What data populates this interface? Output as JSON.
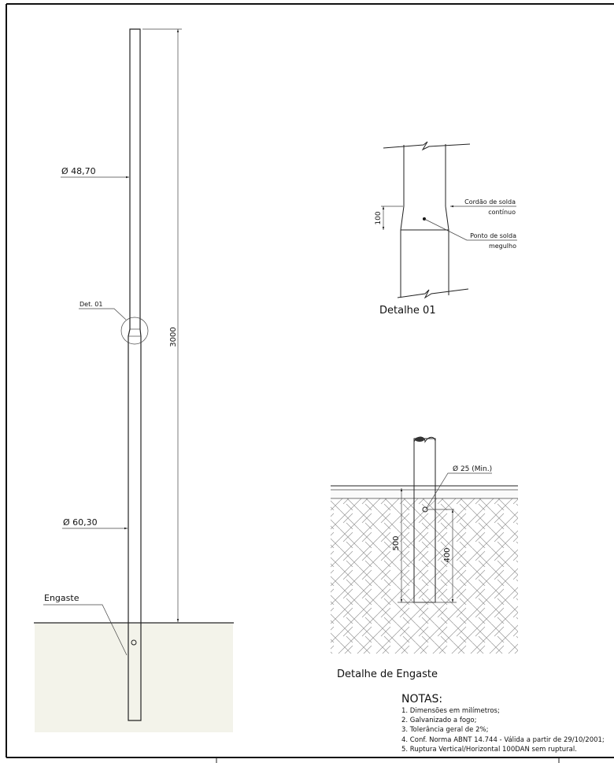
{
  "main_pole": {
    "diameter_top": "Ø 48,70",
    "diameter_bottom": "Ø 60,30",
    "detail_ref": "Det. 01",
    "height_dim": "3000",
    "embed_label": "Engaste"
  },
  "detail_01": {
    "title": "Detalhe 01",
    "dim": "100",
    "weld_bead_line1": "Cordão de solda",
    "weld_bead_line2": "contínuo",
    "weld_point_line1": "Ponto de solda",
    "weld_point_line2": "megulho"
  },
  "detail_embed": {
    "title": "Detalhe de Engaste",
    "hole_label": "Ø 25 (Min.)",
    "dim_500": "500",
    "dim_400": "400"
  },
  "notes": {
    "heading": "NOTAS:",
    "items": [
      "1. Dimensões em milímetros;",
      "2. Galvanizado a fogo;",
      "3. Tolerância geral de 2%;",
      "4. Conf. Norma ABNT 14.744 - Válida a partir de 29/10/2001;",
      "5. Ruptura Vertical/Horizontal 100DAN sem ruptural."
    ]
  },
  "colors": {
    "ground_fill": "#f3f3ea",
    "line": "#222222"
  }
}
